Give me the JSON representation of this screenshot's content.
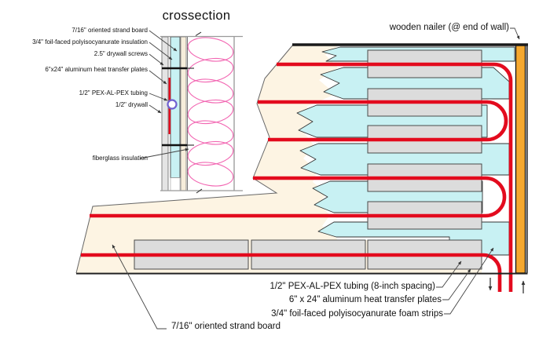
{
  "title": "crossection",
  "crossection": {
    "labels": [
      "7/16\" oriented strand board",
      "3/4\" foil-faced polyisocyanurate insulation",
      "2.5\" drywall screws",
      "6\"x24\" aluminum heat transfer plates",
      "1/2\" PEX-AL-PEX tubing",
      "1/2\" drywall",
      "fiberglass insulation"
    ]
  },
  "main": {
    "nailer_label": "wooden nailer (@ end of wall)",
    "labels": [
      "1/2\" PEX-AL-PEX tubing (8-inch spacing)",
      "6\" x 24\" aluminum heat transfer plates",
      "3/4\" foil-faced polyisocyanurate foam strips",
      "7/16\" oriented strand board"
    ]
  },
  "colors": {
    "osb_cream": "#fdf4e3",
    "foam_cyan": "#c8f1f3",
    "plate_gray": "#dcdcdc",
    "tube_red": "#e30b1e",
    "nailer_orange": "#f5a82f",
    "insulation_pink": "#f266b2",
    "tube_circle_purple": "#7060d0",
    "drywall_gray": "#e4e4e4",
    "osb_strip_tan": "#f6eddb"
  }
}
